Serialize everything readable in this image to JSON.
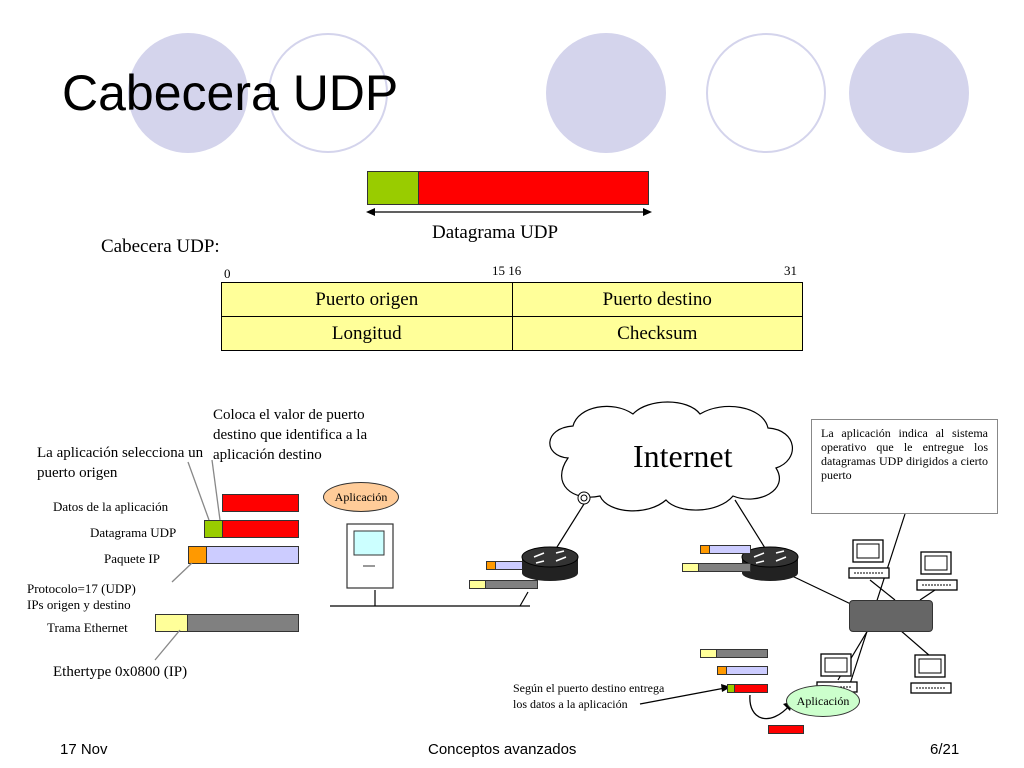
{
  "slide": {
    "title": "Cabecera UDP",
    "footer_left": "17 Nov",
    "footer_center": "Conceptos avanzados",
    "footer_right": "6/21"
  },
  "datagram": {
    "label": "Datagrama UDP",
    "header_color": "#99cc00",
    "data_color": "#ff0000"
  },
  "header_table": {
    "caption": "Cabecera UDP:",
    "bit_labels": [
      "0",
      "15 16",
      "31"
    ],
    "rows": [
      [
        "Puerto origen",
        "Puerto destino"
      ],
      [
        "Longitud",
        "Checksum"
      ]
    ],
    "cell_color": "#ffff99"
  },
  "encapsulation": {
    "callout_source_port": "La aplicación selecciona un puerto origen",
    "callout_dest_port": "Coloca el valor de puerto destino que identifica a la aplicación destino",
    "layers": [
      "Datos de la aplicación",
      "Datagrama UDP",
      "Paquete IP",
      "Trama Ethernet"
    ],
    "protocol_note_line1": "Protocolo=17 (UDP)",
    "protocol_note_line2": "IPs origen y destino",
    "ethertype_note": "Ethertype 0x0800 (IP)",
    "app_label": "Aplicación"
  },
  "network": {
    "cloud_label": "Internet",
    "receiver_note": "La aplicación indica al sistema operativo que le entregue los datagramas UDP dirigidos a cierto puerto",
    "delivery_note_line1": "Según el puerto destino entrega",
    "delivery_note_line2": "los datos a la aplicación",
    "app_label": "Aplicación",
    "colors": {
      "app_data": "#ff0000",
      "udp_header": "#99cc00",
      "ip_packet": "#ccccff",
      "ip_header": "#ff9900",
      "ethernet": "#808080",
      "eth_header": "#ffff99",
      "switch": "#666666",
      "app_oval_left": "#ffcc99",
      "app_oval_right": "#ccffcc"
    },
    "icons": [
      "cloud-icon",
      "router-icon",
      "switch-icon",
      "computer-icon"
    ]
  }
}
